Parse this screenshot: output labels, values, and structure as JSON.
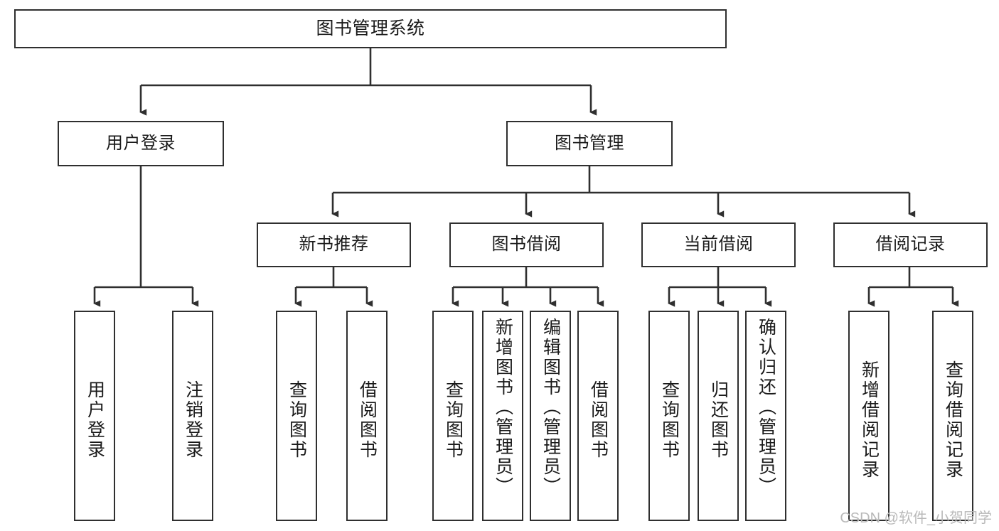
{
  "diagram": {
    "type": "tree",
    "title": "图书管理系统",
    "root": {
      "label": "图书管理系统"
    },
    "level2": [
      {
        "label": "用户登录"
      },
      {
        "label": "图书管理"
      }
    ],
    "level3": [
      {
        "label": "新书推荐"
      },
      {
        "label": "图书借阅"
      },
      {
        "label": "当前借阅"
      },
      {
        "label": "借阅记录"
      }
    ],
    "leaves": {
      "user_login": [
        {
          "label": "用户登录"
        },
        {
          "label": "注销登录"
        }
      ],
      "new_book_recommend": [
        {
          "label": "查询图书"
        },
        {
          "label": "借阅图书"
        }
      ],
      "book_borrow": [
        {
          "label": "查询图书"
        },
        {
          "label": "新增图书（管理员）"
        },
        {
          "label": "编辑图书（管理员）"
        },
        {
          "label": "借阅图书"
        }
      ],
      "current_borrow": [
        {
          "label": "查询图书"
        },
        {
          "label": "归还图书"
        },
        {
          "label": "确认归还（管理员）"
        }
      ],
      "borrow_record": [
        {
          "label": "新增借阅记录"
        },
        {
          "label": "查询借阅记录"
        }
      ]
    }
  },
  "watermark": {
    "text": "CSDN @软件_小贺同学"
  },
  "colors": {
    "box_border": "#2f2f2f",
    "box_fill": "#ffffff",
    "connector": "#2f2f2f",
    "text": "#1a1a1a",
    "watermark": "#b9b9b9"
  }
}
